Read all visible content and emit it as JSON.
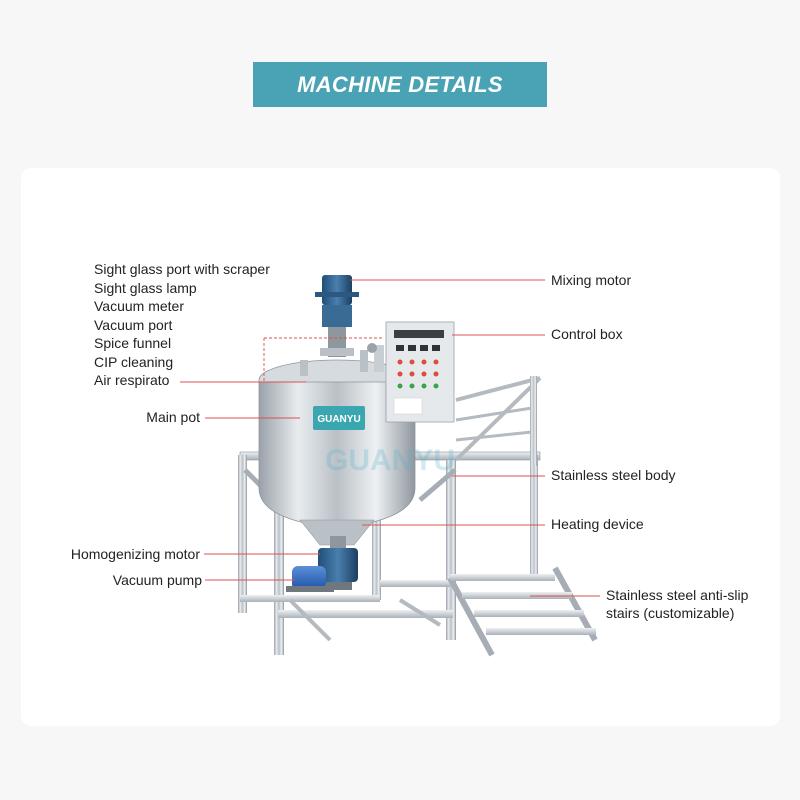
{
  "banner": {
    "title": "MACHINE DETAILS"
  },
  "colors": {
    "accent": "#4aa3b4",
    "leader": "#d9534f",
    "steel": "#c9ced3"
  },
  "brand": {
    "logo_text": "GUANYU"
  },
  "labels": {
    "left_group": [
      "Sight glass port with scraper",
      "Sight glass lamp",
      "Vacuum meter",
      "Vacuum port",
      "Spice funnel",
      "CIP cleaning",
      "Air respirato"
    ],
    "main_pot": "Main pot",
    "homogenizing_motor": "Homogenizing motor",
    "vacuum_pump": "Vacuum pump",
    "mixing_motor": "Mixing motor",
    "control_box": "Control box",
    "stainless_steel_body": "Stainless steel body",
    "heating_device": "Heating device",
    "stairs_line1": "Stainless steel anti-slip",
    "stairs_line2": "stairs (customizable)"
  }
}
